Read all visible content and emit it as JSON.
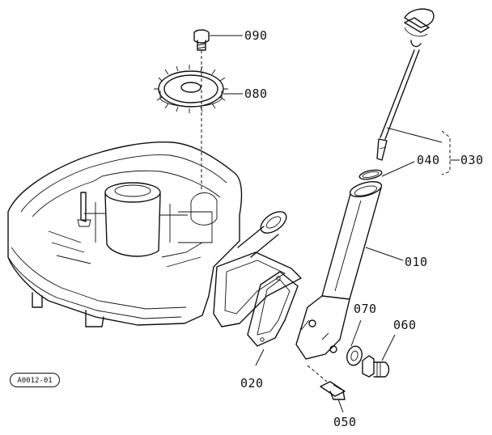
{
  "diagram": {
    "reference_code": "A0012-01",
    "parts": [
      {
        "id": "p090",
        "label": "090"
      },
      {
        "id": "p080",
        "label": "080"
      },
      {
        "id": "p040",
        "label": "040"
      },
      {
        "id": "p030",
        "label": "030"
      },
      {
        "id": "p010",
        "label": "010"
      },
      {
        "id": "p070",
        "label": "070"
      },
      {
        "id": "p060",
        "label": "060"
      },
      {
        "id": "p020",
        "label": "020"
      },
      {
        "id": "p050",
        "label": "050"
      }
    ]
  }
}
